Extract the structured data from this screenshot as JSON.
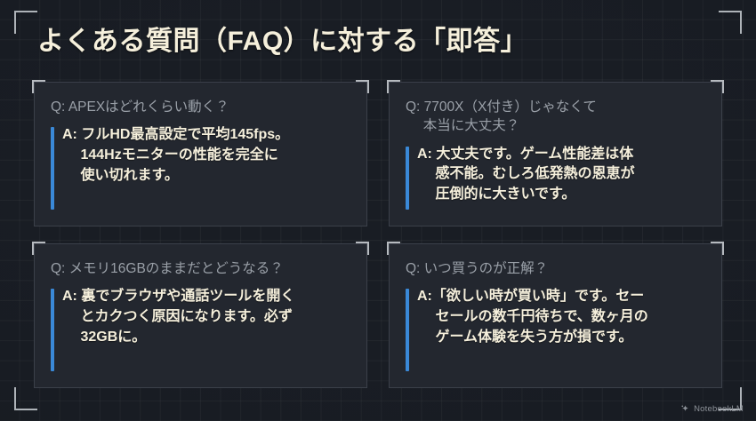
{
  "slide": {
    "title": "よくある質問（FAQ）に対する「即答」",
    "background_color": "#191d24",
    "card_background_color": "#23272f",
    "title_color": "#f6f0dc",
    "question_color": "#9aa0a8",
    "answer_color": "#f6f0dc",
    "accent_color": "#3a89d8",
    "bracket_color": "#b6babf"
  },
  "faq": [
    {
      "question": "Q: APEXはどれくらい動く？",
      "answer": "A: フルHD最高設定で平均145fps。\n　 144Hzモニターの性能を完全に\n　 使い切れます。"
    },
    {
      "question": "Q: 7700X（X付き）じゃなくて\n　 本当に大丈夫？",
      "answer": "A: 大丈夫です。ゲーム性能差は体\n　 感不能。むしろ低発熱の恩恵が\n　 圧倒的に大きいです。"
    },
    {
      "question": "Q: メモリ16GBのままだとどうなる？",
      "answer": "A: 裏でブラウザや通話ツールを開く\n　 とカクつく原因になります。必ず\n　 32GBに。"
    },
    {
      "question": "Q: いつ買うのが正解？",
      "answer": "A:「欲しい時が買い時」です。セー\n　 セールの数千円待ちで、数ヶ月の\n　 ゲーム体験を失う方が損です。"
    }
  ],
  "watermark": {
    "label": "NotebookLM",
    "icon": "notebooklm-spark-icon"
  }
}
